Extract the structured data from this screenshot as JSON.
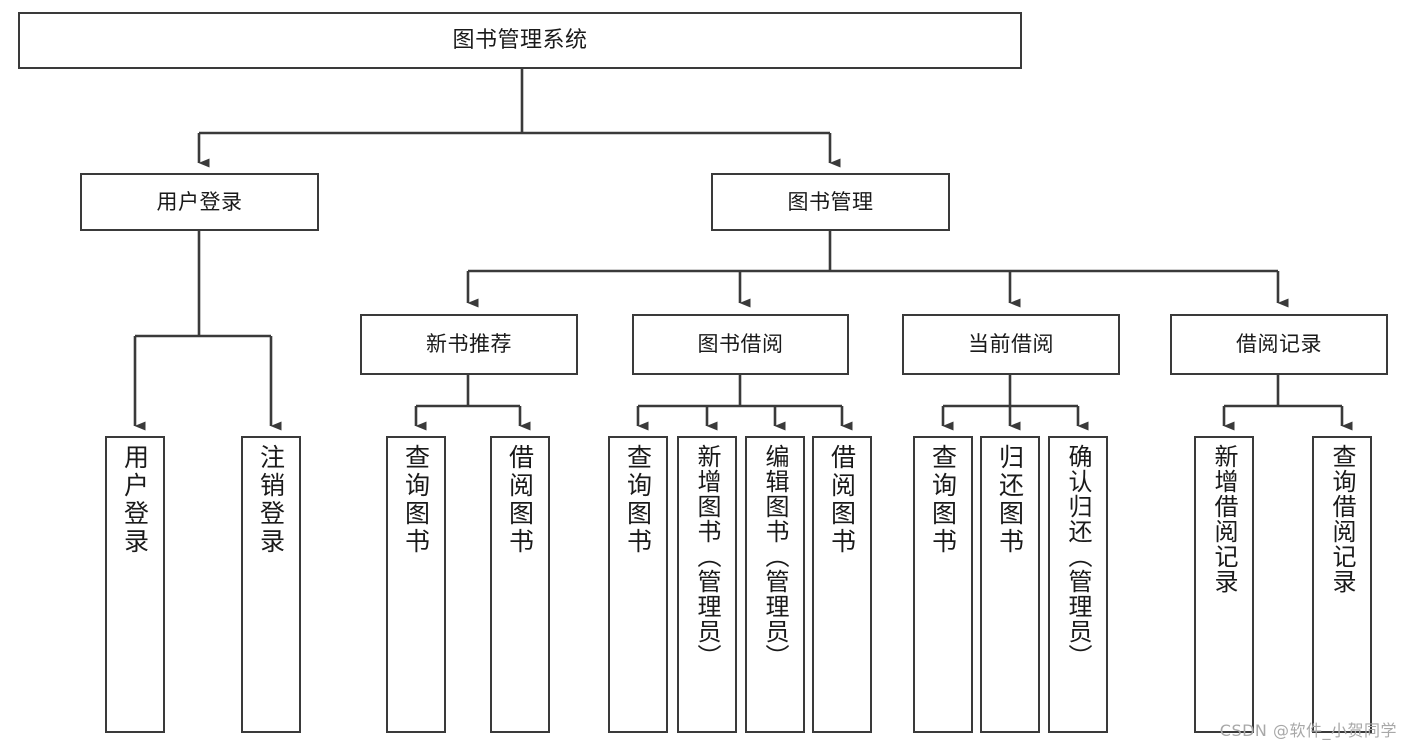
{
  "diagram": {
    "type": "tree-hierarchy-chart",
    "title": "图书管理系统",
    "watermark": "CSDN @软件_小贺同学",
    "colors": {
      "box_border": "#3a3a3a",
      "box_fill": "#ffffff",
      "edge": "#3a3a3a",
      "text": "#1a1a1a",
      "background": "#ffffff",
      "watermark": "#a8a8a8"
    },
    "levels": {
      "root": {
        "label": "图书管理系统"
      },
      "level2": [
        {
          "label": "用户登录"
        },
        {
          "label": "图书管理"
        }
      ],
      "level3": [
        {
          "label": "新书推荐"
        },
        {
          "label": "图书借阅"
        },
        {
          "label": "当前借阅"
        },
        {
          "label": "借阅记录"
        }
      ],
      "leaves": {
        "user_login": [
          {
            "label": "用户登录"
          },
          {
            "label": "注销登录"
          }
        ],
        "new_book_recommend": [
          {
            "label": "查询图书"
          },
          {
            "label": "借阅图书"
          }
        ],
        "book_borrow": [
          {
            "label": "查询图书"
          },
          {
            "label": "新增图书（管理员）"
          },
          {
            "label": "编辑图书（管理员）"
          },
          {
            "label": "借阅图书"
          }
        ],
        "current_borrow": [
          {
            "label": "查询图书"
          },
          {
            "label": "归还图书"
          },
          {
            "label": "确认归还（管理员）"
          }
        ],
        "borrow_record": [
          {
            "label": "新增借阅记录"
          },
          {
            "label": "查询借阅记录"
          }
        ]
      }
    }
  }
}
